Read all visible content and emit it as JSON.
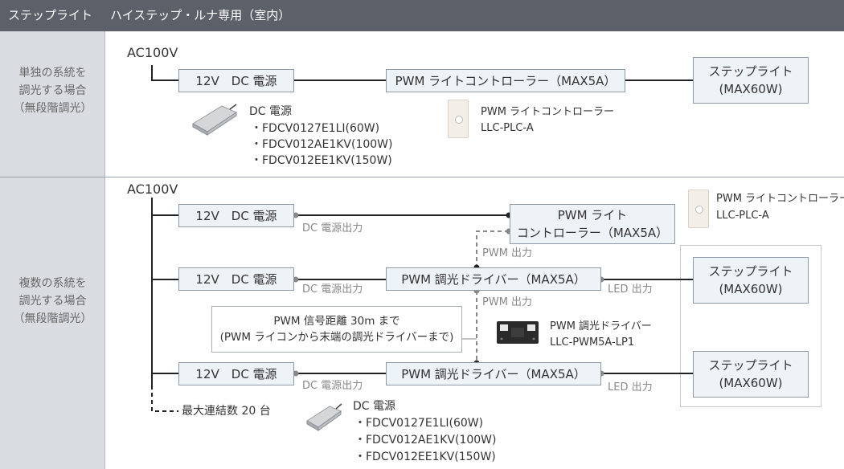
{
  "header": {
    "title_main": "ステップライト",
    "title_sub": "ハイステップ・ルナ専用（室内）"
  },
  "rows": [
    {
      "label_lines": [
        "単独の系統を",
        "調光する場合",
        "（無段階調光）"
      ]
    },
    {
      "label_lines": [
        "複数の系統を",
        "調光する場合",
        "（無段階調光）"
      ]
    }
  ],
  "row1": {
    "ac": "AC100V",
    "psu": "12V　DC 電源",
    "controller": "PWM ライトコントローラー（MAX5A）",
    "light_line1": "ステップライト",
    "light_line2": "(MAX60W)",
    "psu_caption_title": "DC 電源",
    "psu_models": [
      "・FDCV0127E1LI(60W)",
      "・FDCV012AE1KV(100W)",
      "・FDCV012EE1KV(150W)"
    ],
    "ctrl_caption_line1": "PWM ライトコントローラー",
    "ctrl_caption_line2": "LLC-PLC-A"
  },
  "row2": {
    "ac": "AC100V",
    "psu": "12V　DC 電源",
    "controller_line1": "PWM ライト",
    "controller_line2": "コントローラー（MAX5A）",
    "driver": "PWM 調光ドライバー（MAX5A）",
    "light_line1": "ステップライト",
    "light_line2": "(MAX60W)",
    "dc_out": "DC 電源出力",
    "pwm_out": "PWM 出力",
    "led_out": "LED 出力",
    "note_line1": "PWM 信号距離 30m まで",
    "note_line2": "(PWM ライコンから末端の調光ドライバーまで)",
    "ctrl_caption_line1": "PWM ライトコントローラー",
    "ctrl_caption_line2": "LLC-PLC-A",
    "driver_caption_line1": "PWM 調光ドライバー",
    "driver_caption_line2": "LLC-PWM5A-LP1",
    "max_connect": "最大連結数 20 台",
    "psu_caption_title": "DC 電源",
    "psu_models": [
      "・FDCV0127E1LI(60W)",
      "・FDCV012AE1KV(100W)",
      "・FDCV012EE1KV(150W)"
    ]
  }
}
